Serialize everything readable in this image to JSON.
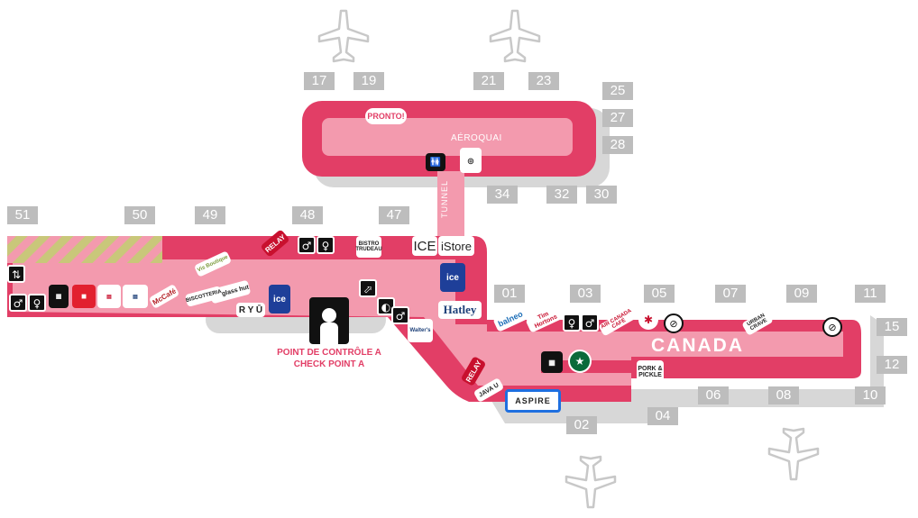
{
  "map": {
    "colors": {
      "concourse": "#e23e66",
      "walkway": "#f39aae",
      "shadow": "#d7d7d7",
      "gate": "#bdbdbd",
      "construction": "#e5b6a8"
    },
    "areas": {
      "aeroquai": "AÉROQUAI",
      "tunnel": "TUNNEL",
      "canada": "CANADA"
    },
    "checkpoint": {
      "line1": "POINT DE CONTRÔLE A",
      "line2": "CHECK POINT A"
    },
    "gates": [
      "17",
      "19",
      "21",
      "23",
      "25",
      "27",
      "28",
      "34",
      "32",
      "30",
      "51",
      "50",
      "49",
      "48",
      "47",
      "01",
      "03",
      "05",
      "07",
      "09",
      "11",
      "15",
      "12",
      "10",
      "08",
      "06",
      "04",
      "02"
    ],
    "shops": {
      "pronto": "PRONTO!",
      "relay": "RELAY",
      "bistro": "BISTRO TRUDEAU",
      "ice": "ICE",
      "istore": "iStore",
      "ice_badge": "ice",
      "hatley": "Hatley",
      "sunglass": "sunglass hut",
      "ryu": "R Y Ū",
      "bisco": "BISCOTTERIA",
      "boutique": "Vis Boutique",
      "mccafe": "McCafé",
      "walters": "Walter's",
      "balneo": "balneo",
      "timhortons": "Tim Hortons",
      "aircanada": "AIR CANADA CAFÉ",
      "urban": "URBAN CRAVE",
      "pork": "PORK & PICKLE",
      "java": "JAVA U",
      "aspire": "ASPIRE",
      "starbucks": "★"
    },
    "icons": {
      "restroom": "restroom-icon",
      "family": "family-restroom-icon",
      "elevator": "elevator-icon",
      "airplane": "airplane-icon",
      "nursery": "nursery-icon",
      "security": "security-scanner-icon",
      "stairs": "stairs-icon"
    }
  }
}
